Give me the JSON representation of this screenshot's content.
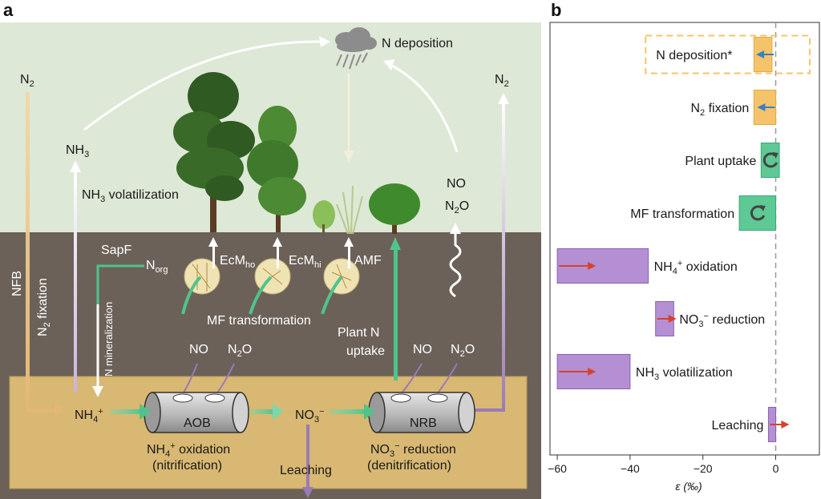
{
  "panel_a": {
    "letter": "a",
    "labels": {
      "n_deposition": "N deposition",
      "n2_left": {
        "base": "N",
        "sub": "2"
      },
      "n2_right": {
        "base": "N",
        "sub": "2"
      },
      "nh3": {
        "base": "NH",
        "sub": "3"
      },
      "nh3_volatilization": {
        "base": "NH",
        "sub": "3",
        "rest": " volatilization"
      },
      "nfb": "NFB",
      "n2_fixation": {
        "base": "N",
        "sub": "2",
        "rest": " fixation"
      },
      "sapf": "SapF",
      "norg": {
        "base": "N",
        "sub": "org"
      },
      "n_mineralization": "N  mineralization",
      "ecm_ho": {
        "base": "EcM",
        "sub": "ho"
      },
      "ecm_hi": {
        "base": "EcM",
        "sub": "hi"
      },
      "amf": "AMF",
      "no_top": "NO",
      "n2o_top": {
        "base": "N",
        "sub": "2",
        "rest": "O"
      },
      "mf_transformation": "MF transformation",
      "plant_n_uptake_1": "Plant N",
      "plant_n_uptake_2": "uptake",
      "no_left": "NO",
      "n2o_left": {
        "base": "N",
        "sub": "2",
        "rest": "O"
      },
      "no_right": "NO",
      "n2o_right": {
        "base": "N",
        "sub": "2",
        "rest": "O"
      },
      "nh4": {
        "base": "NH",
        "sub": "4",
        "sup": "+"
      },
      "aob": "AOB",
      "no3": {
        "base": "NO",
        "sub": "3",
        "sup": "−"
      },
      "nrb": "NRB",
      "nh4_oxidation_1": {
        "base": "NH",
        "sub": "4",
        "sup": "+",
        "rest": " oxidation"
      },
      "nh4_oxidation_2": "(nitrification)",
      "no3_reduction_1": {
        "base": "NO",
        "sub": "3",
        "sup": "−",
        "rest": " reduction"
      },
      "no3_reduction_2": "(denitrification)",
      "leaching": "Leaching"
    },
    "colors": {
      "sky": "#dde8d6",
      "soil": "#6b6159",
      "sediment": "#d8b872",
      "nfb_arrow": "#e8c690",
      "green_arrow": "#4fc48a",
      "purple_arrow": "#9a7bb5",
      "white_arrow": "#ffffff"
    }
  },
  "panel_b": {
    "letter": "b",
    "chart_data": {
      "type": "bar",
      "orientation": "horizontal",
      "xlabel": "ε (‰)",
      "xlim": [
        -62,
        12
      ],
      "xticks": [
        -60,
        -40,
        -20,
        0
      ],
      "xtick_labels": [
        "−60",
        "−40",
        "−20",
        "0"
      ],
      "zero_line": "dashed",
      "bars": [
        {
          "label": "N deposition*",
          "start": -6,
          "end": -1,
          "color": "#f5c46a",
          "arrow": "left",
          "arrow_color": "#3a7fc4",
          "dashed_box": true
        },
        {
          "label": "N2 fixation",
          "label_parts": {
            "base": "N",
            "sub": "2",
            "rest": " fixation"
          },
          "start": -6,
          "end": 0,
          "color": "#f5c46a",
          "arrow": "left",
          "arrow_color": "#3a7fc4"
        },
        {
          "label": "Plant uptake",
          "start": -4,
          "end": 1,
          "color": "#5ec995",
          "arrow": "cycle",
          "arrow_color": "#444444"
        },
        {
          "label": "MF transformation",
          "start": -10,
          "end": 0,
          "color": "#5ec995",
          "arrow": "cycle",
          "arrow_color": "#444444"
        },
        {
          "label": "NH4+ oxidation",
          "label_parts": {
            "base": "NH",
            "sub": "4",
            "sup": "+",
            "rest": " oxidation"
          },
          "start": -60,
          "end": -35,
          "color": "#b48fd4",
          "arrow": "right",
          "arrow_color": "#d9412b"
        },
        {
          "label": "NO3− reduction",
          "label_parts": {
            "base": "NO",
            "sub": "3",
            "sup": "−",
            "rest": " reduction"
          },
          "start": -33,
          "end": -28,
          "color": "#b48fd4",
          "arrow": "right",
          "arrow_color": "#d9412b"
        },
        {
          "label": "NH3 volatilization",
          "label_parts": {
            "base": "NH",
            "sub": "3",
            "rest": " volatilization"
          },
          "start": -60,
          "end": -40,
          "color": "#b48fd4",
          "arrow": "right",
          "arrow_color": "#d9412b"
        },
        {
          "label": "Leaching",
          "start": -2,
          "end": 0,
          "color": "#b48fd4",
          "arrow": "right",
          "arrow_color": "#d9412b"
        }
      ]
    }
  }
}
